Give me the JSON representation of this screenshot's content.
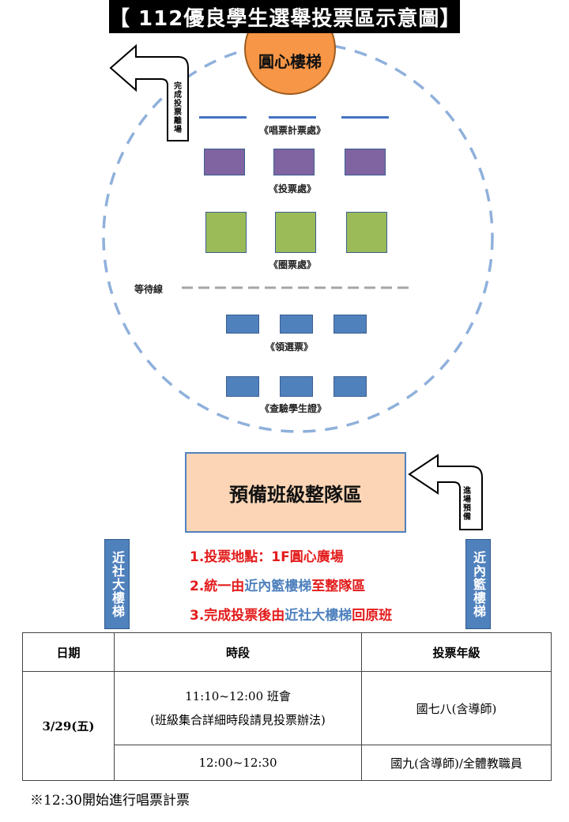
{
  "title": "【 112優良學生選舉投票區示意圖】",
  "stairs_circle": "圓心樓梯",
  "exit_arrow_label": "完成投票離場",
  "enter_arrow_label": "進場預備",
  "labels": {
    "counting": "《唱票計票處》",
    "ballot_box": "《投票處》",
    "marking": "《圈票處》",
    "waiting_line": "等待線",
    "get_ballot": "《領選票》",
    "check_id": "《查驗學生證》"
  },
  "prep_area": "預備班級整隊區",
  "left_stair": "近社大樓梯",
  "right_stair": "近內籃樓梯",
  "notes": [
    {
      "parts": [
        {
          "text": "1.投票地點：1F圓心廣場",
          "hl": false
        }
      ]
    },
    {
      "parts": [
        {
          "text": "2.統一由",
          "hl": false
        },
        {
          "text": "近內籃樓梯",
          "hl": true
        },
        {
          "text": "至整隊區",
          "hl": false
        }
      ]
    },
    {
      "parts": [
        {
          "text": "3.完成投票後由",
          "hl": false
        },
        {
          "text": "近社大樓梯",
          "hl": true
        },
        {
          "text": "回原班",
          "hl": false
        }
      ]
    }
  ],
  "table": {
    "headers": [
      "日期",
      "時段",
      "投票年級"
    ],
    "date": "3/29(五)",
    "slot1_line1": "11:10~12:00 班會",
    "slot1_line2": "(班級集合詳細時段請見投票辦法)",
    "grade1": "國七八(含導師)",
    "slot2": "12:00~12:30",
    "grade2": "國九(含導師)/全體教職員"
  },
  "footer": "※12:30開始進行唱票計票",
  "colors": {
    "accent_blue": "#4f81bd",
    "purple": "#8064a2",
    "green": "#9bbb59",
    "orange": "#f79646",
    "peach": "#fbd5b5",
    "note_red": "#e31c1c"
  }
}
